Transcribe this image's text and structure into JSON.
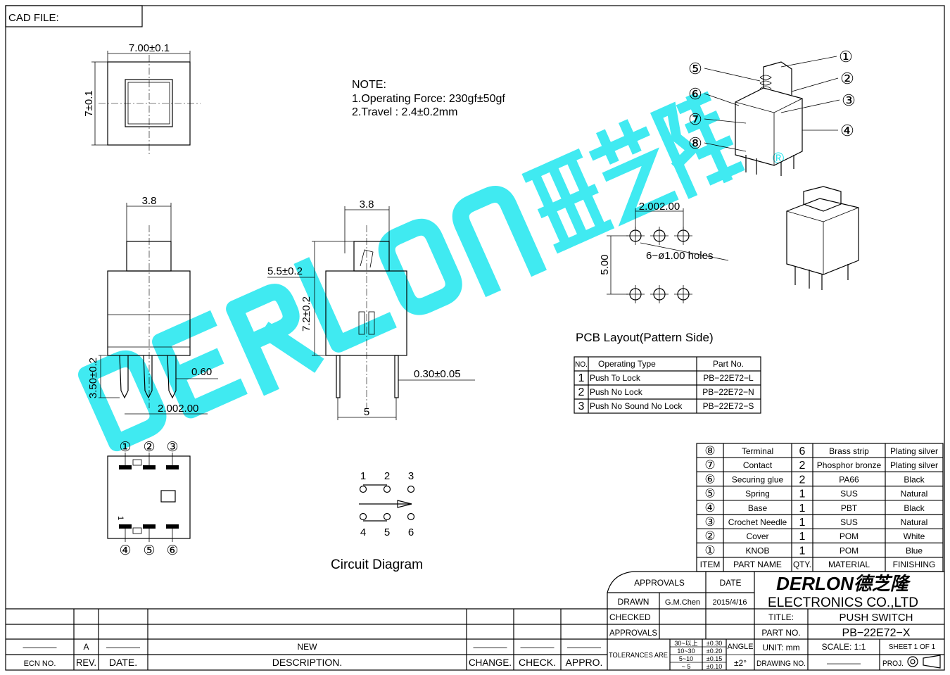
{
  "cad_file_label": "CAD  FILE:",
  "watermark": "DERLON德芝隆",
  "watermark_mark": "®",
  "note": {
    "title": "NOTE:",
    "line1": "1.Operating  Force:  230gf±50gf",
    "line2": "2.Travel  :  2.4±0.2mm"
  },
  "dims": {
    "top_width": "7.00±0.1",
    "top_height": "7±0.1",
    "front_knob": "3.8",
    "front_pin_w": "0.60",
    "front_pin_len": "3.50±0.2",
    "front_pitch": "2.002.00",
    "side_knob": "3.8",
    "side_knob_h": "5.5±0.2",
    "side_body_h": "7.2±0.2",
    "side_pin_w": "0.30±0.05",
    "side_pitch": "5",
    "pcb_pitch": "2.002.00",
    "pcb_row": "5.00",
    "pcb_holes": "6−ø1.00  holes"
  },
  "pcb_title": "PCB  Layout(Pattern  Side)",
  "callouts": [
    "①",
    "②",
    "③",
    "④",
    "⑤",
    "⑥",
    "⑦",
    "⑧"
  ],
  "bottom_pins_top": [
    "①",
    "②",
    "③"
  ],
  "bottom_pins_bottom": [
    "④",
    "⑤",
    "⑥"
  ],
  "bottom_pin1_mark": "1",
  "circuit": {
    "top": [
      "1",
      "2",
      "3"
    ],
    "bottom": [
      "4",
      "5",
      "6"
    ],
    "title": "Circuit  Diagram"
  },
  "type_table": {
    "headers": [
      "NO.",
      "Operating  Type",
      "Part  No."
    ],
    "rows": [
      [
        "1",
        "Push  To  Lock",
        "PB−22E72−L"
      ],
      [
        "2",
        "Push  No  Lock",
        "PB−22E72−N"
      ],
      [
        "3",
        "Push  No  Sound  No  Lock",
        "PB−22E72−S"
      ]
    ]
  },
  "parts_table": {
    "rows": [
      [
        "⑧",
        "Terminal",
        "6",
        "Brass  strip",
        "Plating  silver"
      ],
      [
        "⑦",
        "Contact",
        "2",
        "Phosphor  bronze",
        "Plating  silver"
      ],
      [
        "⑥",
        "Securing  glue",
        "2",
        "PA66",
        "Black"
      ],
      [
        "⑤",
        "Spring",
        "1",
        "SUS",
        "Natural"
      ],
      [
        "④",
        "Base",
        "1",
        "PBT",
        "Black"
      ],
      [
        "③",
        "Crochet  Needle",
        "1",
        "SUS",
        "Natural"
      ],
      [
        "②",
        "Cover",
        "1",
        "POM",
        "White"
      ],
      [
        "①",
        "KNOB",
        "1",
        "POM",
        "Blue"
      ]
    ],
    "headers": [
      "ITEM",
      "PART  NAME",
      "QTY.",
      "MATERIAL",
      "FINISHING"
    ]
  },
  "revision": {
    "row_a": [
      "————",
      "A",
      "————",
      "NEW",
      "————",
      "————",
      "————"
    ],
    "headers": [
      "ECN  NO.",
      "REV.",
      "DATE.",
      "DESCRIPTION.",
      "CHANGE.",
      "CHECK.",
      "APPRO."
    ]
  },
  "title_block": {
    "approvals_header": "APPROVALS",
    "date_header": "DATE",
    "drawn": "DRAWN",
    "drawn_by": "G.M.Chen",
    "drawn_date": "2015/4/16",
    "checked": "CHECKED",
    "approvals": "APPROVALS",
    "logo": "DERLON德芝隆",
    "company": "ELECTRONICS  CO.,LTD",
    "title_label": "TITLE:",
    "title": "PUSH  SWITCH",
    "part_no_label": "PART  NO.",
    "part_no": "PB−22E72−X",
    "tolerances_label": "TOLERANCES  ARE",
    "tol_ranges": [
      "30~以上",
      "10~30",
      "5~10",
      "~ 5"
    ],
    "tol_values": [
      "±0.30",
      "±0.20",
      "±0.15",
      "±0.10"
    ],
    "angle_label": "ANGLE",
    "angle_value": "±2°",
    "unit": "UNIT:  mm",
    "scale": "SCALE:    1:1",
    "sheet": "SHEET    1  OF  1",
    "drawing_no_label": "DRAWING  NO.",
    "drawing_no": "————",
    "proj": "PROJ."
  }
}
